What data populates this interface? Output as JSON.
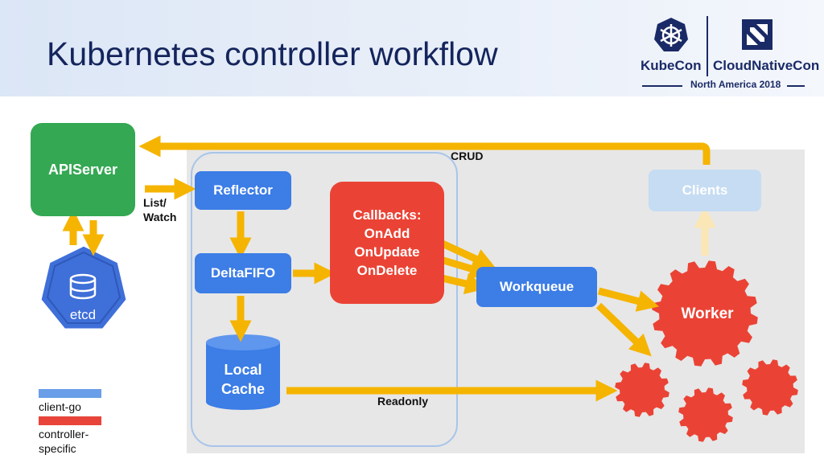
{
  "header": {
    "title": "Kubernetes controller workflow",
    "logo": {
      "left_text": "KubeCon",
      "right_text": "CloudNativeCon",
      "subtitle": "North America 2018",
      "helm_icon": "kubernetes-helm-icon",
      "cncf_icon": "cncf-icon"
    }
  },
  "diagram": {
    "nodes": {
      "apiserver": "APIServer",
      "reflector": "Reflector",
      "deltafifo": "DeltaFIFO",
      "local_cache_line1": "Local",
      "local_cache_line2": "Cache",
      "callbacks_title": "Callbacks:",
      "callbacks_items": [
        "OnAdd",
        "OnUpdate",
        "OnDelete"
      ],
      "workqueue": "Workqueue",
      "clients": "Clients",
      "worker": "Worker",
      "etcd": "etcd"
    },
    "edge_labels": {
      "list_watch_line1": "List/",
      "list_watch_line2": "Watch",
      "crud": "CRUD",
      "readonly": "Readonly"
    }
  },
  "legend": {
    "items": [
      {
        "label": "client-go",
        "color": "#6a9ee8"
      },
      {
        "label": "controller-specific",
        "color": "#e8443a"
      }
    ]
  },
  "colors": {
    "arrow": "#f5b400",
    "arrow_light": "#fbe7b5",
    "client_go_blue": "#3c7de6",
    "controller_red": "#ea4335",
    "apiserver_green": "#34a853",
    "clients_light_blue": "#c5dcf3",
    "etcd_blue": "#3f6fd8",
    "title_navy": "#14245c"
  }
}
